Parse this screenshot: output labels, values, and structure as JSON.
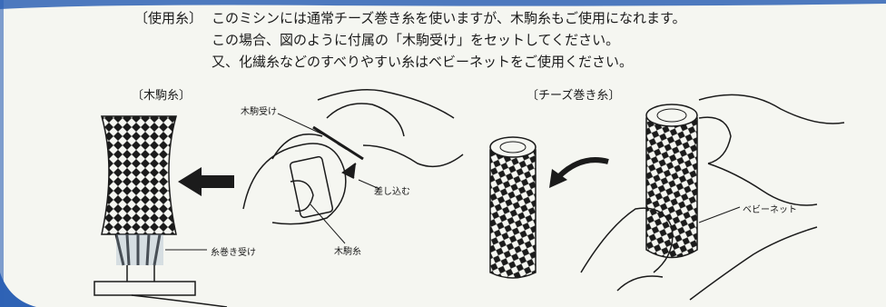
{
  "instructions": {
    "heading": "〔使用糸〕",
    "line1_text": "このミシンには通常チーズ巻き糸を使いますが、木駒糸もご使用になれます。",
    "line2": "この場合、図のように付属の「木駒受け」をセットしてください。",
    "line3": "又、化繊糸などのすべりやすい糸はベビーネットをご使用ください。"
  },
  "figure": {
    "left_title": "〔木駒糸〕",
    "right_title": "〔チーズ巻き糸〕",
    "label_spool_holder": "木駒受け",
    "label_insert": "差し込む",
    "label_spool_thread": "木駒糸",
    "label_thread_receiver": "糸巻き受け",
    "label_baby_net": "ベビーネット"
  },
  "colors": {
    "ink": "#1b1b1b",
    "paper": "#f5f6f1",
    "edge": "#2f63b5"
  }
}
